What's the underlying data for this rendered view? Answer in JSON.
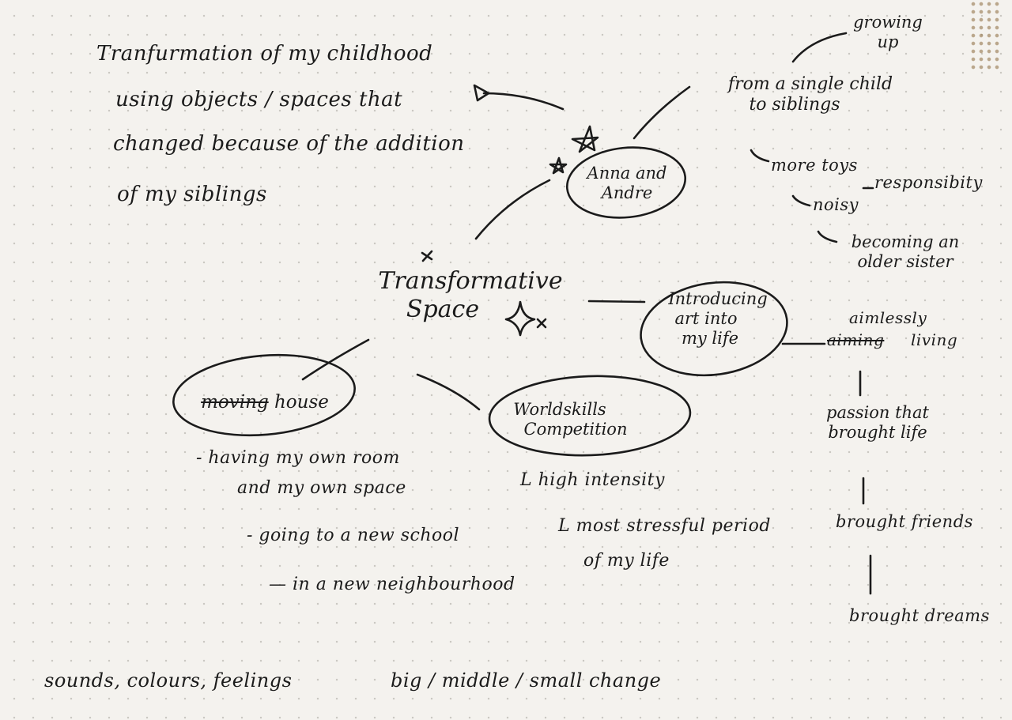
{
  "intro": {
    "lines": [
      "Tranfurmation of my childhood",
      "using objects / spaces that",
      "changed because of the addition",
      "of my siblings"
    ]
  },
  "central": {
    "title_line1": "Transformative",
    "title_line2": "Space"
  },
  "siblings_node": {
    "label_line1": "Anna and",
    "label_line2": "Andre",
    "branch_single_child_line1": "from a single child",
    "branch_single_child_line2": "to siblings",
    "branch_growing_up_line1": "growing",
    "branch_growing_up_line2": "up",
    "item_more_toys": "more toys",
    "item_responsibility": "responsibity",
    "item_noisy": "noisy",
    "item_older_sister_line1": "becoming an",
    "item_older_sister_line2": "older sister"
  },
  "art_node": {
    "label_line1": "Introducing",
    "label_line2": "art into",
    "label_line3": "my life",
    "aimlessly": "aimlessly",
    "aiming_struck": "aiming",
    "living": "living",
    "passion_line1": "passion that",
    "passion_line2": "brought life",
    "friends": "brought friends",
    "dreams": "brought dreams"
  },
  "house_node": {
    "label_struck": "moving",
    "label_rest": "house",
    "item_own_room_line1": "- having my own room",
    "item_own_room_line2": "and my own space",
    "item_new_school": "- going to a new school",
    "item_neighbourhood": "— in a new neighbourhood"
  },
  "worldskills_node": {
    "label_line1": "Worldskills",
    "label_line2": "Competition",
    "item_intensity": "L high intensity",
    "item_stressful_line1": "L most stressful period",
    "item_stressful_line2": "of my life"
  },
  "footer": {
    "senses": "sounds, colours, feelings",
    "scale": "big / middle / small change"
  },
  "colors": {
    "ink": "#1b1b1b",
    "paper": "#f4f2ee",
    "dot_grid": "#c9c6c0"
  }
}
